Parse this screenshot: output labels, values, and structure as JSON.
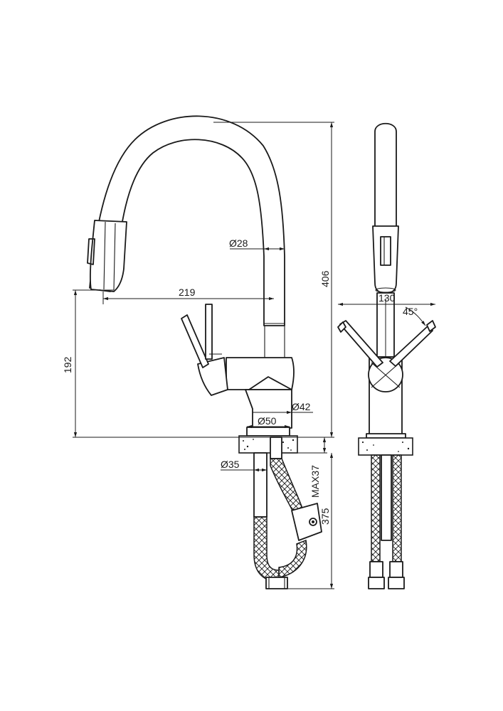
{
  "dimensions": {
    "spout_diameter": "Ø28",
    "reach": "219",
    "height_outlet": "192",
    "total_height": "406",
    "body_diameter": "Ø42",
    "base_diameter": "Ø50",
    "shank_diameter": "Ø35",
    "max_counter": "MAX37",
    "hose_length": "375",
    "side_width": "130",
    "lever_angle": "45°"
  }
}
